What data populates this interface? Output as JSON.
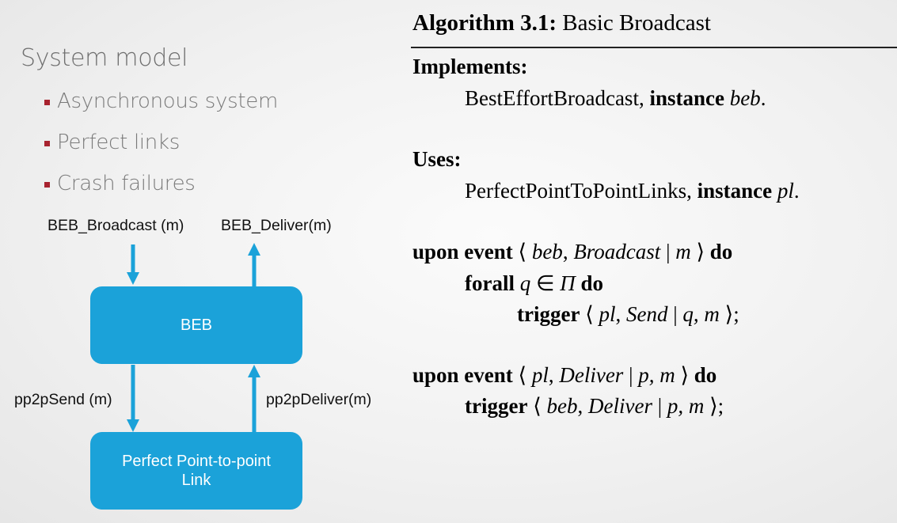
{
  "system_model": {
    "title": "System model",
    "bullets": [
      "Asynchronous system",
      "Perfect links",
      "Crash failures"
    ],
    "bullet_color": "#a8232f"
  },
  "diagram": {
    "box_color": "#1ba2d9",
    "beb_box": "BEB",
    "link_box_line1": "Perfect Point-to-point",
    "link_box_line2": "Link",
    "broadcast_label": "BEB_Broadcast (m)",
    "deliver_label": "BEB_Deliver(m)",
    "send_label": "pp2pSend (m)",
    "pdeliver_label": "pp2pDeliver(m)"
  },
  "algorithm": {
    "number_label": "Algorithm 3.1:",
    "name": "Basic Broadcast",
    "implements_label": "Implements:",
    "implements_name": "BestEffortBroadcast,",
    "implements_kw": "instance",
    "implements_inst": "beb",
    "uses_label": "Uses:",
    "uses_name": "PerfectPointToPointLinks,",
    "uses_kw": "instance",
    "uses_inst": "pl",
    "upon_kw": "upon event",
    "do_kw": "do",
    "forall_kw": "forall",
    "trigger_kw": "trigger",
    "e1_inst": "beb",
    "e1_type": "Broadcast",
    "e1_param": "m",
    "forall_var": "q",
    "forall_set": "Π",
    "t1_inst": "pl",
    "t1_type": "Send",
    "t1_params": "q, m",
    "e2_inst": "pl",
    "e2_type": "Deliver",
    "e2_params": "p, m",
    "t2_inst": "beb",
    "t2_type": "Deliver",
    "t2_params": "p, m"
  }
}
